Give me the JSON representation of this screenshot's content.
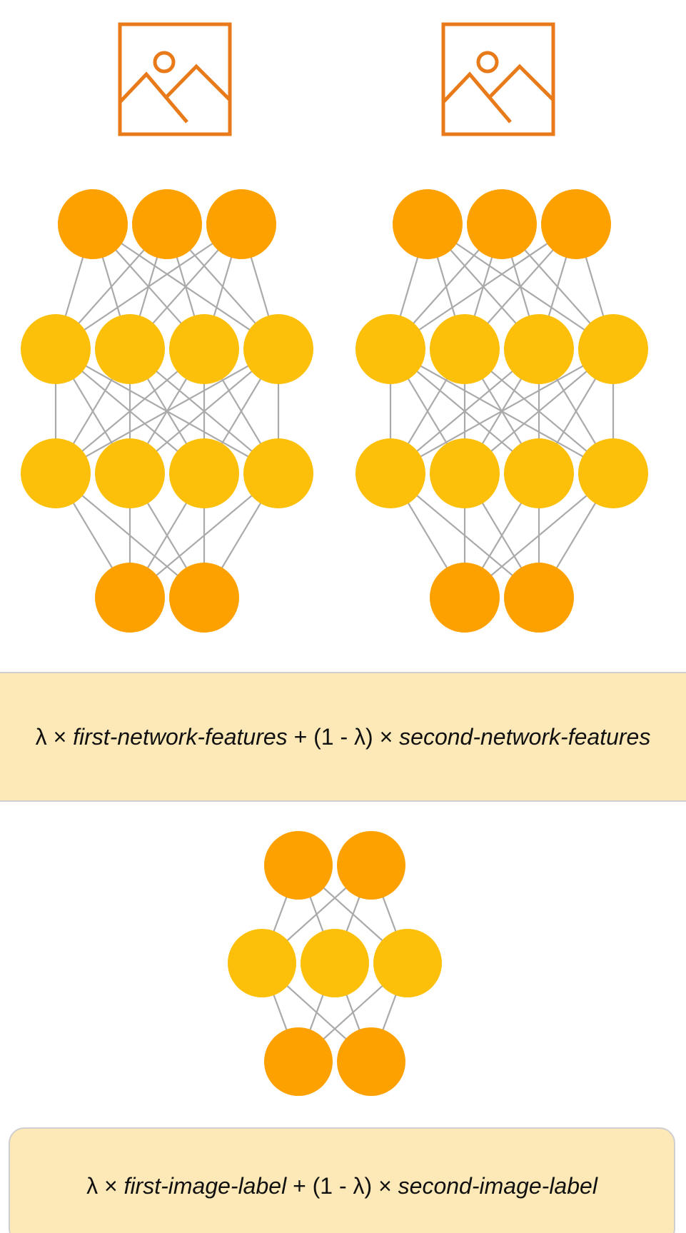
{
  "icons": [
    {
      "name": "first-image-icon",
      "depicts": "image-placeholder-icon"
    },
    {
      "name": "second-image-icon",
      "depicts": "image-placeholder-icon"
    }
  ],
  "networks": {
    "first": {
      "layers": [
        3,
        4,
        4,
        2
      ]
    },
    "second": {
      "layers": [
        3,
        4,
        4,
        2
      ]
    },
    "combined": {
      "layers": [
        2,
        3,
        2
      ]
    }
  },
  "colors": {
    "icon_stroke": "#e87a1a",
    "node_outer": "#fda100",
    "node_hidden": "#fcc00b",
    "edge": "#aaaaaa",
    "formula_fill": "#fde9b7",
    "formula_border": "#cfcfcf"
  },
  "feature_formula": {
    "lambda": "λ",
    "times": " × ",
    "first_term": "first-network-features",
    "plus": " + ",
    "one_minus_lambda": "(1 - λ)",
    "times2": " × ",
    "second_term": "second-network-features"
  },
  "label_formula": {
    "lambda": "λ",
    "times": " × ",
    "first_term": "first-image-label",
    "plus": " + ",
    "one_minus_lambda": "(1 - λ)",
    "times2": " × ",
    "second_term": "second-image-label"
  }
}
